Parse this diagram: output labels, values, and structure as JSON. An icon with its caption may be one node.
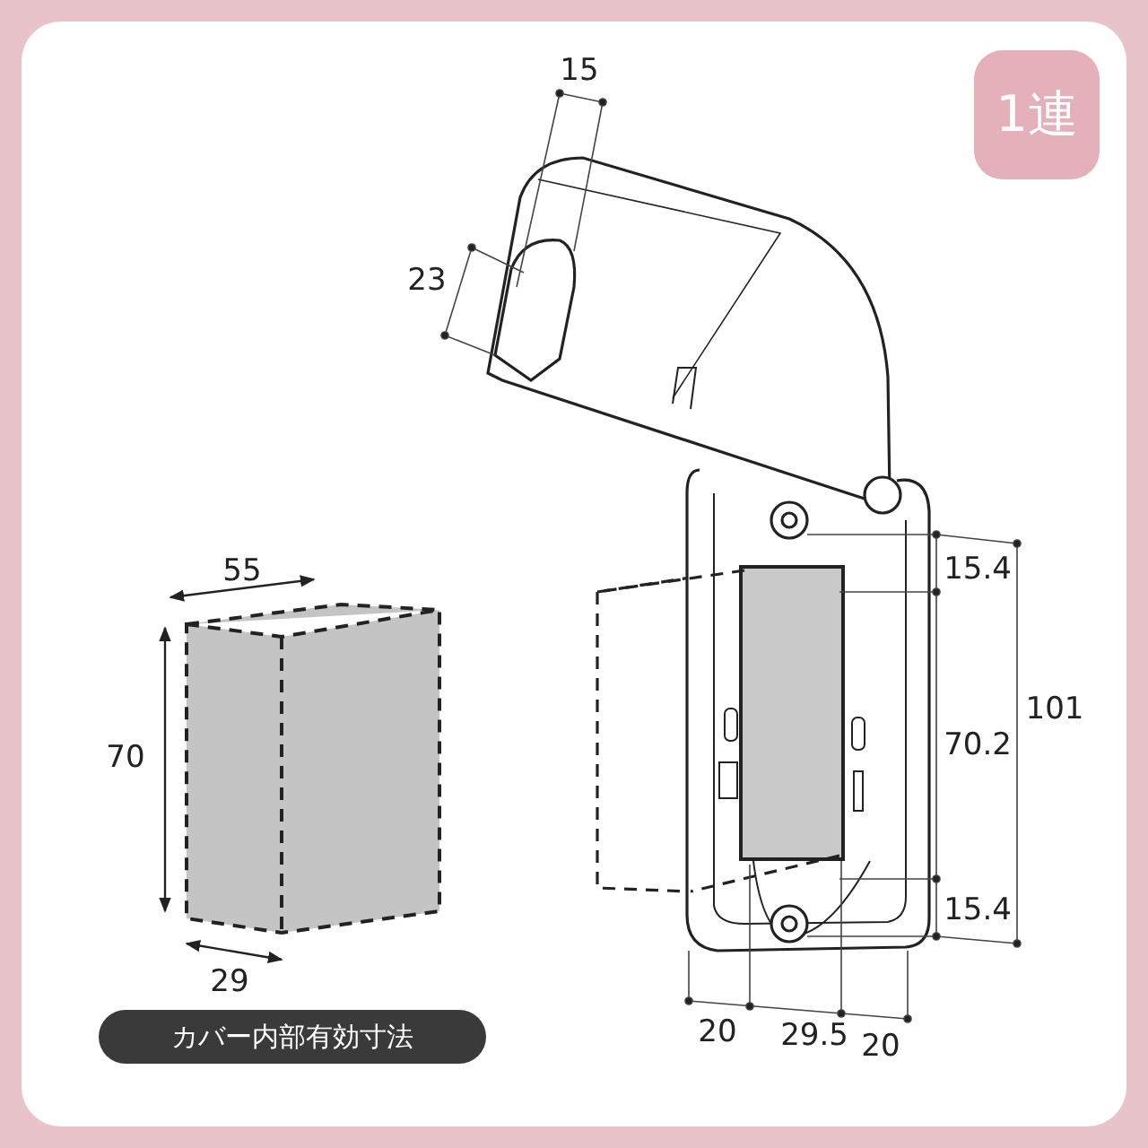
{
  "diagram": {
    "nodes": [
      {
        "text": [
          "1連"
        ]
      },
      {
        "text": [
          "カバー内部有効寸法"
        ]
      }
    ],
    "labels": [
      "15",
      "23",
      "55",
      "70",
      "29",
      "15.4",
      "70.2",
      "101",
      "15.4",
      "20",
      "29.5",
      "20"
    ]
  }
}
